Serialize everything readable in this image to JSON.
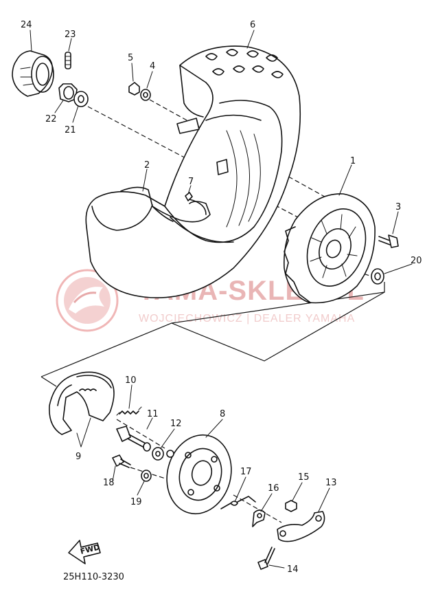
{
  "diagram": {
    "part_code": "25H110-3230",
    "fwd_label": "FWD",
    "callouts": {
      "p1": "1",
      "p2": "2",
      "p3": "3",
      "p4": "4",
      "p5": "5",
      "p6": "6",
      "p7": "7",
      "p8": "8",
      "p9": "9",
      "p10": "10",
      "p11": "11",
      "p12": "12",
      "p13": "13",
      "p14": "14",
      "p15": "15",
      "p16": "16",
      "p17": "17",
      "p18": "18",
      "p19": "19",
      "p20": "20",
      "p21": "21",
      "p22": "22",
      "p23": "23",
      "p24": "24"
    }
  },
  "watermark": {
    "title": "YAMA-SKLEP.PL",
    "subtitle": "WOJCIECHOWICZ | DEALER YAMAHA",
    "color": "#e6a9a9"
  }
}
